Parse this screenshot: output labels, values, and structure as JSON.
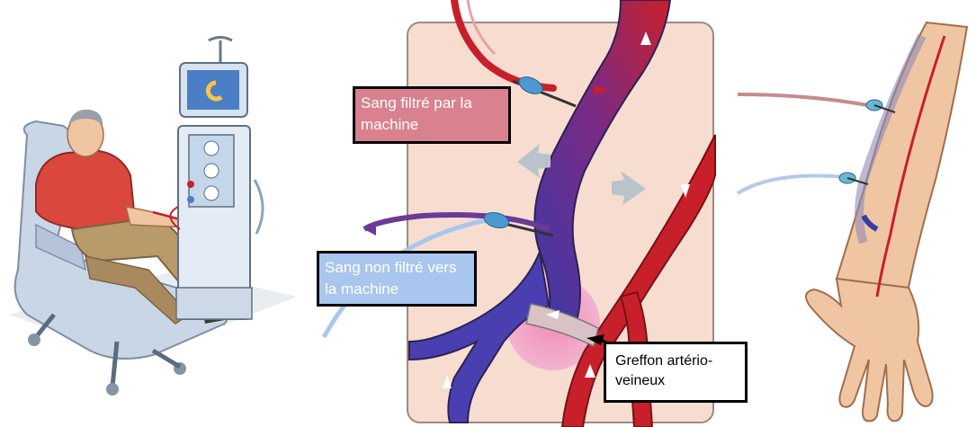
{
  "labels": {
    "filtered_blood": "Sang filtré par la machine",
    "unfiltered_blood": "Sang non filtré vers la machine",
    "graft": "Greffon artério-veineux"
  },
  "colors": {
    "artery": "#c8202a",
    "vein": "#5a2c8c",
    "skin_panel": "#f6ddd0",
    "graft_zone": "#ee9fc7",
    "filtered_box": "#d9818f",
    "unfiltered_box": "#a9c6ee",
    "patient_shirt": "#d9473e",
    "machine": "#d7e3ef",
    "chair": "#c9d6e6"
  },
  "icons": [
    "patient-illustration",
    "dialysis-machine-illustration",
    "needle-icon",
    "arm-illustration",
    "arrow-icon"
  ]
}
